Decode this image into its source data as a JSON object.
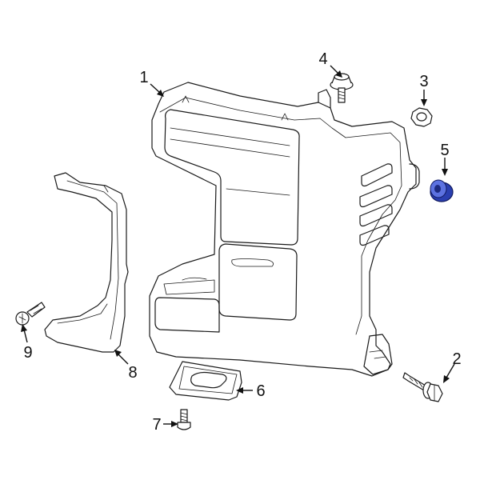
{
  "callouts": [
    {
      "id": "1",
      "label": "1"
    },
    {
      "id": "2",
      "label": "2"
    },
    {
      "id": "3",
      "label": "3"
    },
    {
      "id": "4",
      "label": "4"
    },
    {
      "id": "5",
      "label": "5"
    },
    {
      "id": "6",
      "label": "6"
    },
    {
      "id": "7",
      "label": "7"
    },
    {
      "id": "8",
      "label": "8"
    },
    {
      "id": "9",
      "label": "9"
    }
  ],
  "colors": {
    "line": "#1a1a1a",
    "highlight": "#2a3fb0",
    "highlight_light": "#5c72e0",
    "background": "#ffffff"
  },
  "parts": {
    "1": "headlamp-housing",
    "2": "mounting-bolt",
    "3": "hex-nut",
    "4": "push-pin-screw",
    "5": "grommet",
    "6": "mounting-bracket",
    "7": "screw",
    "8": "side-trim-panel",
    "9": "screw"
  }
}
